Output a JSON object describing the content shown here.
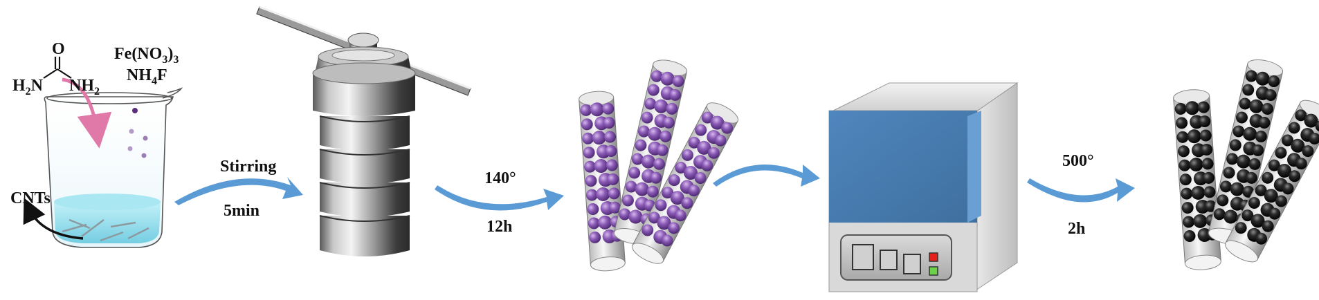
{
  "reagents": {
    "urea_oxygen": "O",
    "urea_left": "H2N",
    "urea_right": "NH2",
    "iron_nitrate": "Fe(NO3)3",
    "ammonium_fluoride": "NH4F",
    "cnts": "CNTs"
  },
  "steps": [
    {
      "top": "Stirring",
      "bottom": "5min"
    },
    {
      "top": "140°",
      "bottom": "12h"
    },
    {
      "top": "500°",
      "bottom": "2h"
    }
  ],
  "colors": {
    "arrow": "#5b9bd5",
    "purple_particle": "#8a5ab5",
    "black_particle": "#222222",
    "furnace_door": "#4a7db3",
    "solution": "#8fdbec",
    "pink_arrow": "#e078a8"
  }
}
